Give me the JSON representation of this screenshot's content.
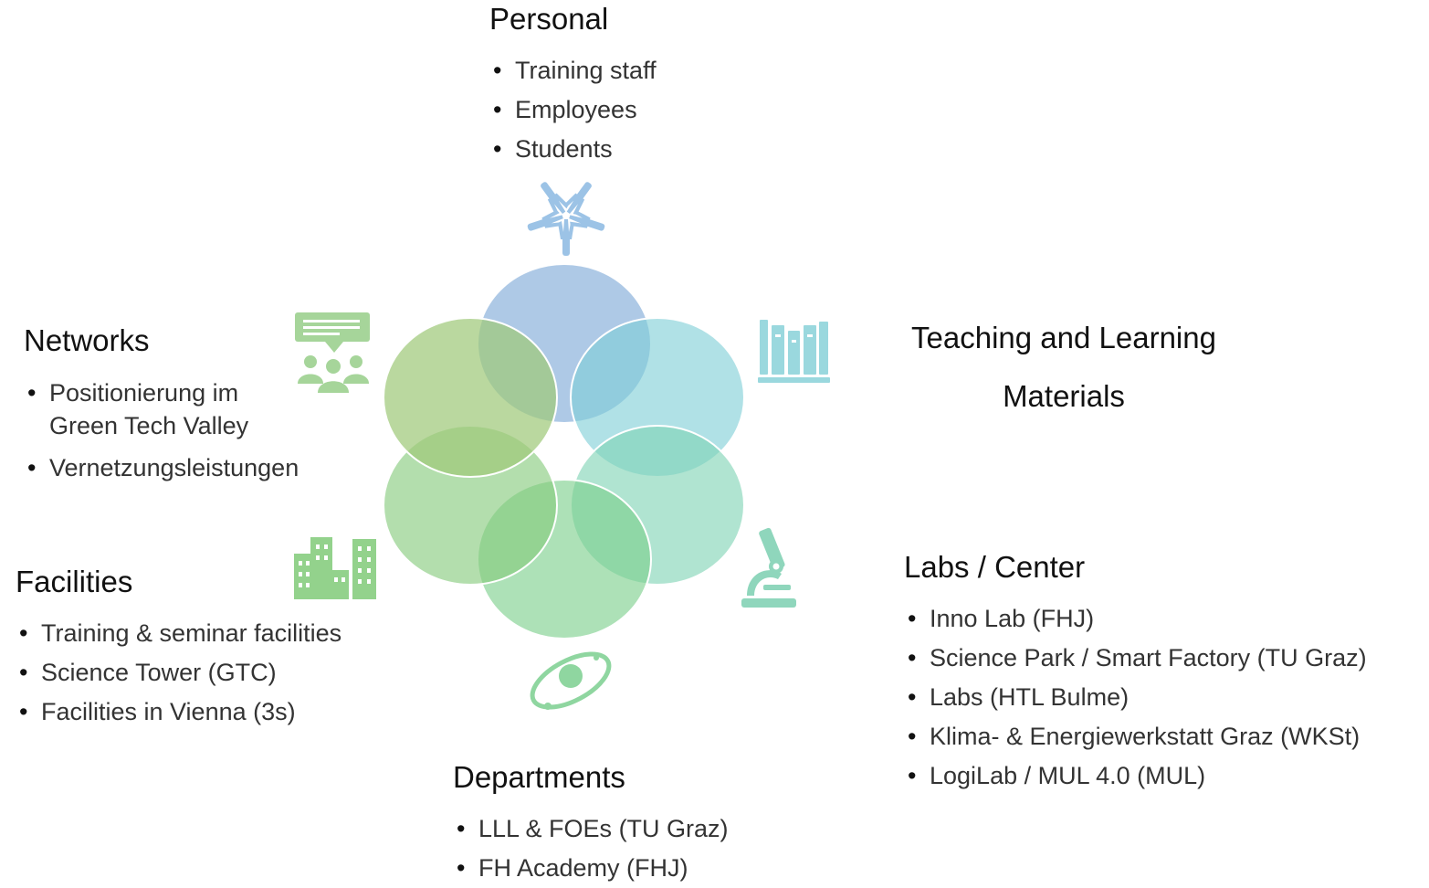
{
  "personal": {
    "title": "Personal",
    "items": [
      "Training staff",
      "Employees",
      "Students"
    ]
  },
  "networks": {
    "title": "Networks",
    "items": [
      "Positionierung im Green Tech Valley",
      "Vernetzungsleistungen"
    ]
  },
  "teaching": {
    "title_line1": "Teaching and Learning",
    "title_line2": "Materials"
  },
  "facilities": {
    "title": "Facilities",
    "items": [
      "Training & seminar facilities",
      "Science Tower (GTC)",
      "Facilities in Vienna (3s)"
    ]
  },
  "labs": {
    "title": "Labs / Center",
    "items": [
      "Inno Lab (FHJ)",
      "Science Park / Smart Factory (TU Graz)",
      "Labs (HTL Bulme)",
      "Klima- & Energiewerkstatt Graz (WKSt)",
      "LogiLab / MUL 4.0 (MUL)"
    ]
  },
  "departments": {
    "title": "Departments",
    "items": [
      "LLL & FOEs (TU Graz)",
      "FH Academy (FHJ)"
    ]
  },
  "icons": {
    "personal": "hands-circle-icon",
    "teaching": "books-shelf-icon",
    "labs": "microscope-icon",
    "departments": "orbit-planet-icon",
    "facilities": "city-buildings-icon",
    "networks": "presentation-audience-icon"
  },
  "colors": {
    "personal": "#97badf",
    "teaching": "#7fcfd6",
    "labs": "#7fd3b5",
    "departments": "#7bcf8a",
    "facilities": "#84c97a",
    "networks": "#9fc97a"
  }
}
